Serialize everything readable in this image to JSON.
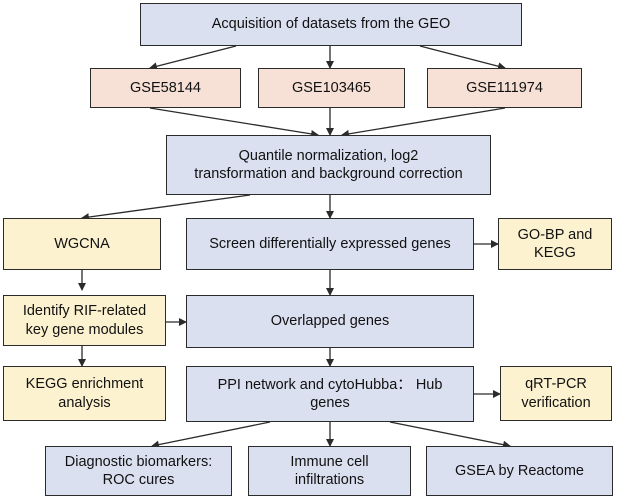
{
  "nodes": {
    "geo": "Acquisition of datasets from the GEO",
    "gse1": "GSE58144",
    "gse2": "GSE103465",
    "gse3": "GSE111974",
    "norm": "Quantile normalization, log2\ntransformation and background correction",
    "wgcna": "WGCNA",
    "screen": "Screen differentially expressed genes",
    "gobp": "GO-BP and\nKEGG",
    "modules": "Identify RIF-related\nkey gene modules",
    "overlap": "Overlapped genes",
    "kegg": "KEGG enrichment\nanalysis",
    "ppi": "PPI network and cytoHubba： Hub\ngenes",
    "qrt": "qRT-PCR\nverification",
    "diag": "Diagnostic biomarkers:\nROC cures",
    "immune": "Immune cell\ninfiltrations",
    "gsea": "GSEA by Reactome"
  },
  "colors": {
    "blue": "#dbe0f1",
    "pink": "#f7e1d7",
    "yellow": "#fdf2cf",
    "line": "#2b2b2b"
  }
}
